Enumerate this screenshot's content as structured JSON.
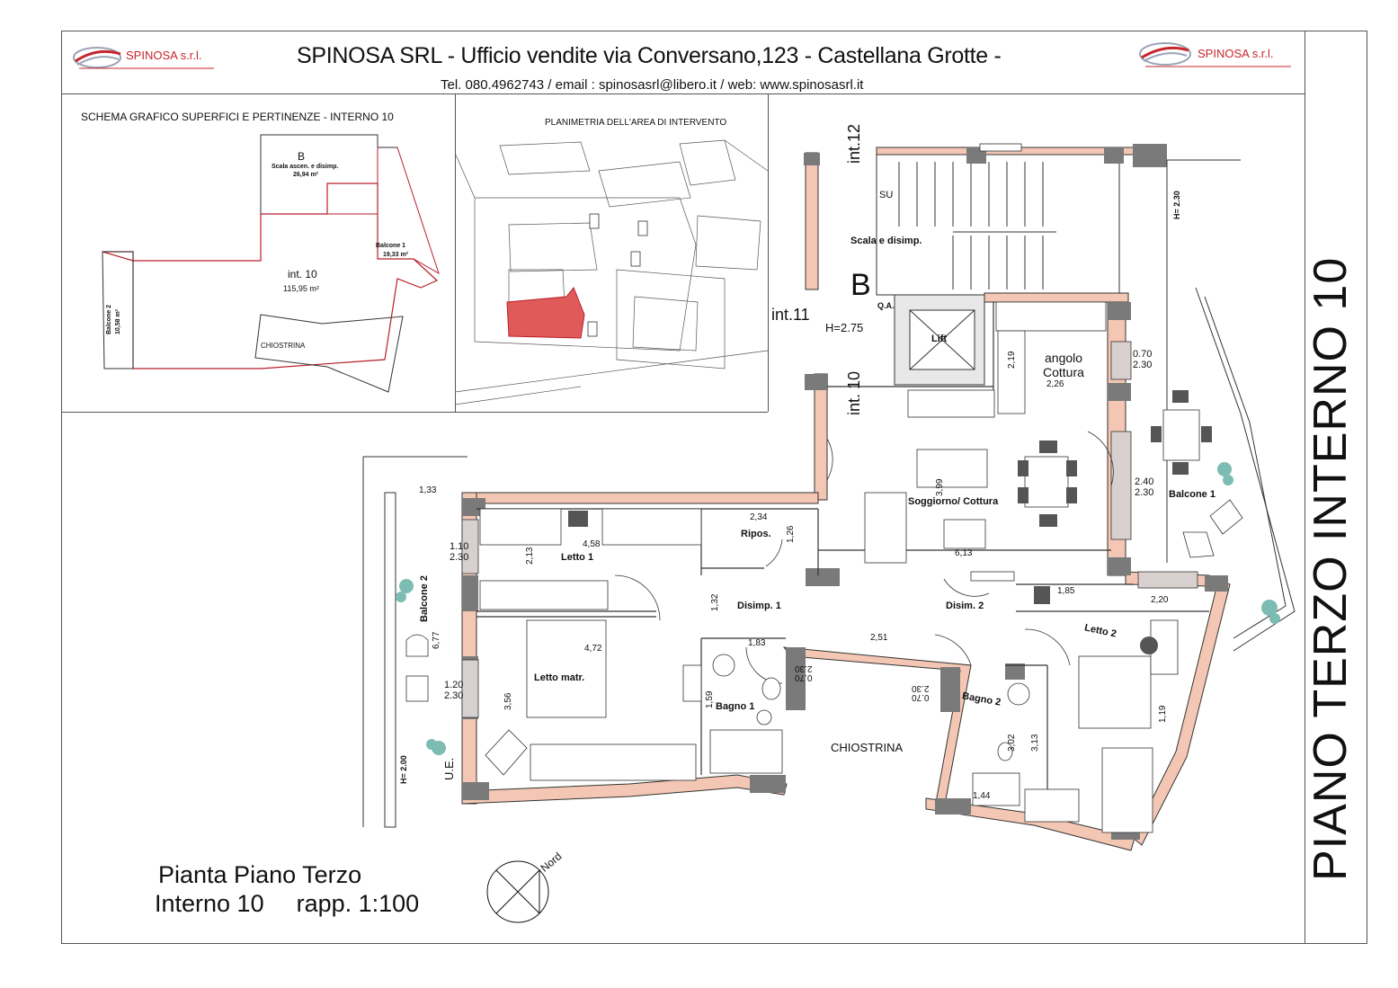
{
  "header": {
    "title": "SPINOSA SRL - Ufficio vendite via Conversano,123 - Castellana Grotte -",
    "contact": "Tel. 080.4962743  /  email : spinosasrl@libero.it  / web: www.spinosasrl.it",
    "logo_text": "SPINOSA s.r.l."
  },
  "side_title": "PIANO TERZO INTERNO 10",
  "schema": {
    "title": "SCHEMA GRAFICO SUPERFICI E PERTINENZE - INTERNO 10",
    "b_letter": "B",
    "b_line1": "Scala ascen. e disimp.",
    "b_area": "26,94 m²",
    "balcone1": "Balcone 1",
    "balcone1_area": "19,33 m²",
    "int_label": "int. 10",
    "int_area": "115,95 m²",
    "balcone2": "Balcone 2",
    "balcone2_area": "10,58 m²",
    "chiostrina": "CHIOSTRINA"
  },
  "site_plan": {
    "title": "PLANIMETRIA DELL'AREA DI INTERVENTO"
  },
  "plan": {
    "int12": "int.12",
    "int11": "int.11",
    "int10": "int. 10",
    "su": "SU",
    "scala": "Scala e disimp.",
    "b": "B",
    "qa": "Q.A.",
    "h275": "H=2.75",
    "lift": "Lift",
    "angolo": "angolo",
    "cottura": "Cottura",
    "soggiorno": "Soggiorno/ Cottura",
    "balcone1": "Balcone 1",
    "balcone2": "Balcone 2",
    "letto1": "Letto 1",
    "letto2": "Letto 2",
    "letto_matr": "Letto matr.",
    "ripos": "Ripos.",
    "disimp1": "Disimp. 1",
    "disim2": "Disim. 2",
    "bagno1": "Bagno 1",
    "bagno2": "Bagno 2",
    "chiostrina": "CHIOSTRINA",
    "h230": "H= 2.30",
    "h200": "H= 2.00",
    "ue": "U.E.",
    "dims": {
      "d070": "0.70",
      "d230a": "2.30",
      "d240": "2.40",
      "d230b": "2.30",
      "d110": "1.10",
      "d230c": "2.30",
      "d120": "1.20",
      "d230d": "2.30",
      "d133": "1,33",
      "d458": "4,58",
      "d213": "2,13",
      "d234": "2,34",
      "d126": "1,26",
      "d132": "1,32",
      "d472": "4,72",
      "d183": "1,83",
      "d356": "3,56",
      "d677": "6,77",
      "d159": "1,59",
      "d251": "2,51",
      "d613": "6,13",
      "d399": "3,99",
      "d226": "2,26",
      "d219": "2,19",
      "d185": "1,85",
      "d220": "2,20",
      "d313": "3,13",
      "d302": "3,02",
      "d144": "1,44",
      "d119": "1,19",
      "w070a": "0.70",
      "w230a": "2.30",
      "w070b": "0.70",
      "w230b": "2.30"
    }
  },
  "caption": {
    "line1": "Pianta Piano Terzo",
    "line2a": "Interno 10",
    "line2b": "rapp. 1:100"
  },
  "compass": "Nord",
  "colors": {
    "wall_fill": "#f3c7b3",
    "red": "#c6262e",
    "column": "#7a7a7a"
  }
}
